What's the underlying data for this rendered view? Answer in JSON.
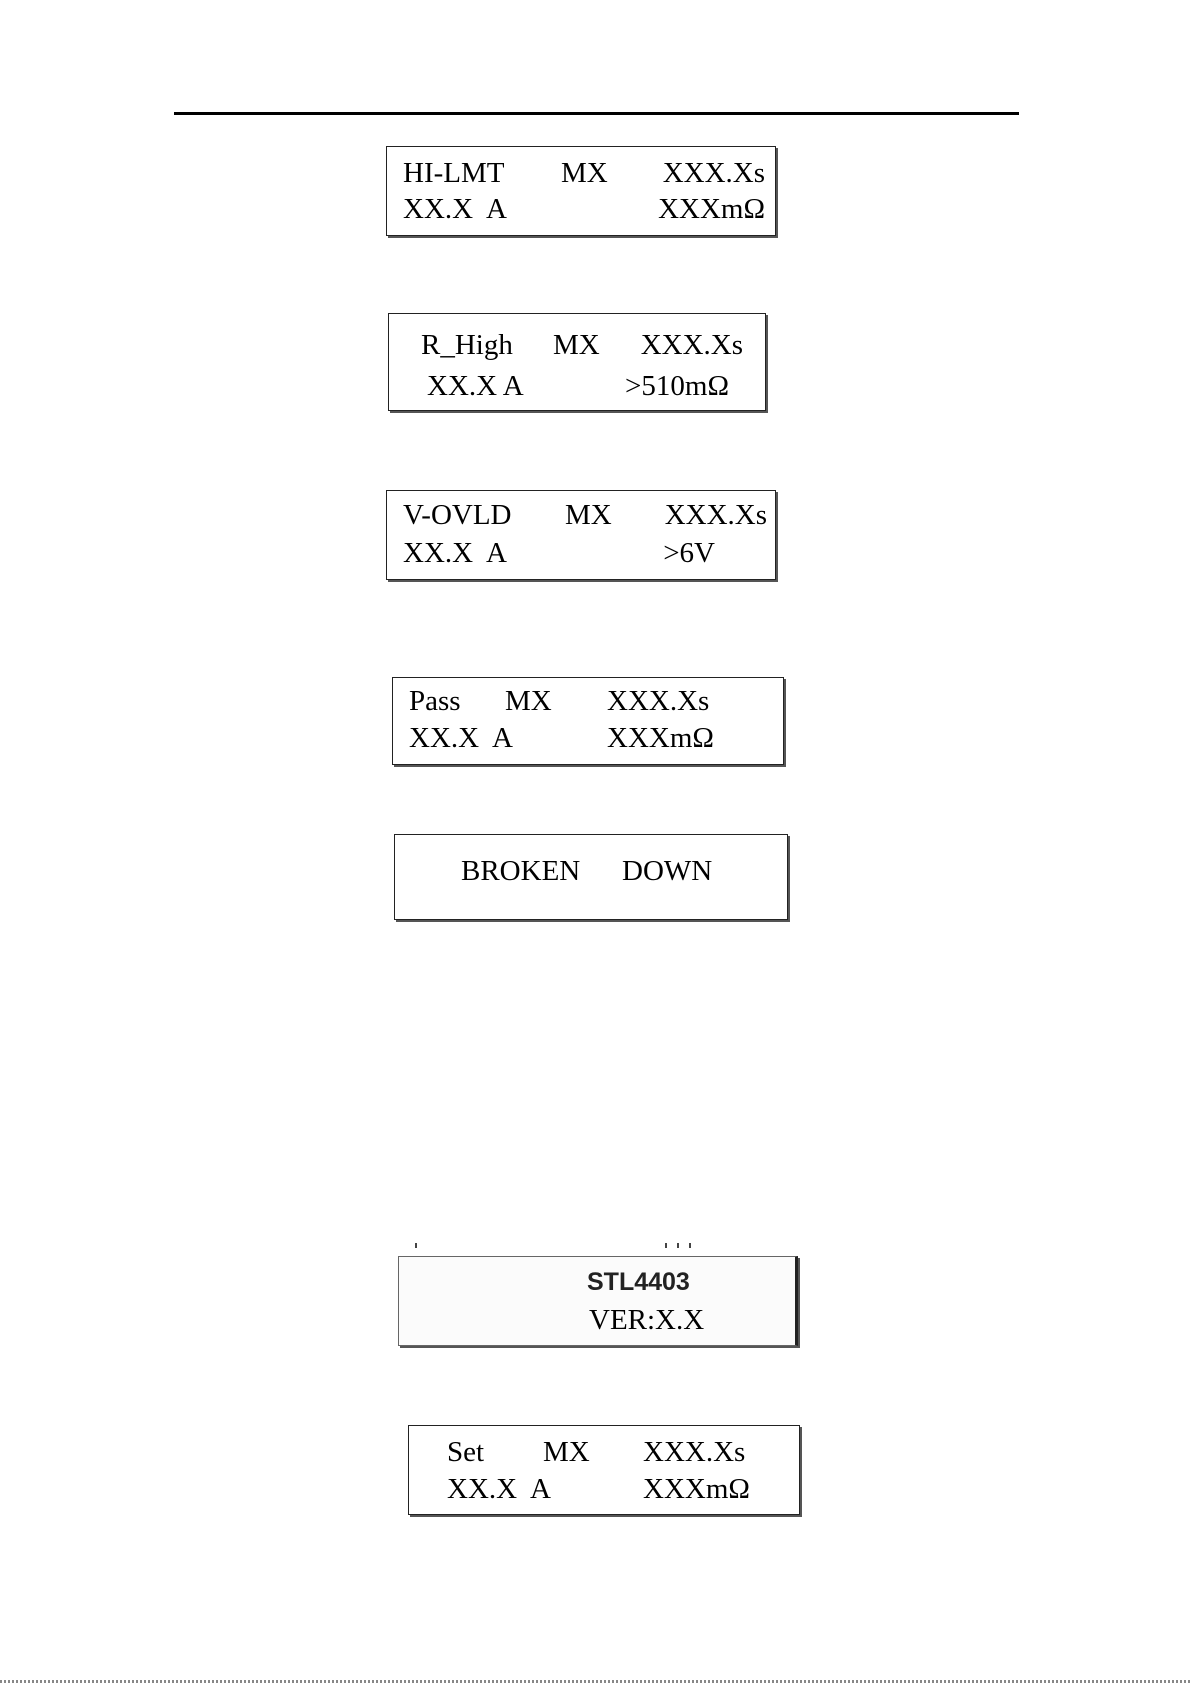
{
  "displays": [
    {
      "id": "hi-limit",
      "line1": [
        "HI-LMT",
        "MX",
        "XXX.Xs"
      ],
      "line2": [
        "XX.X  A",
        "XXXmΩ"
      ]
    },
    {
      "id": "r-high",
      "line1": [
        "R_High",
        "MX",
        "XXX.Xs"
      ],
      "line2": [
        "XX.X A",
        ">510mΩ"
      ]
    },
    {
      "id": "v-ovld",
      "line1": [
        "V-OVLD",
        "MX",
        "XXX.Xs"
      ],
      "line2": [
        "XX.X  A",
        ">6V"
      ]
    },
    {
      "id": "pass",
      "line1": [
        "Pass",
        "MX",
        "XXX.Xs"
      ],
      "line2": [
        "XX.X  A",
        "XXXmΩ"
      ]
    },
    {
      "id": "broken-down",
      "line1": [
        "BROKEN",
        "DOWN"
      ]
    },
    {
      "id": "firmware",
      "line1": [
        "STL4403"
      ],
      "line2": [
        "VER:X.X"
      ]
    },
    {
      "id": "set",
      "line1": [
        "Set",
        "MX",
        "XXX.Xs"
      ],
      "line2": [
        "XX.X  A",
        "XXXmΩ"
      ]
    }
  ]
}
